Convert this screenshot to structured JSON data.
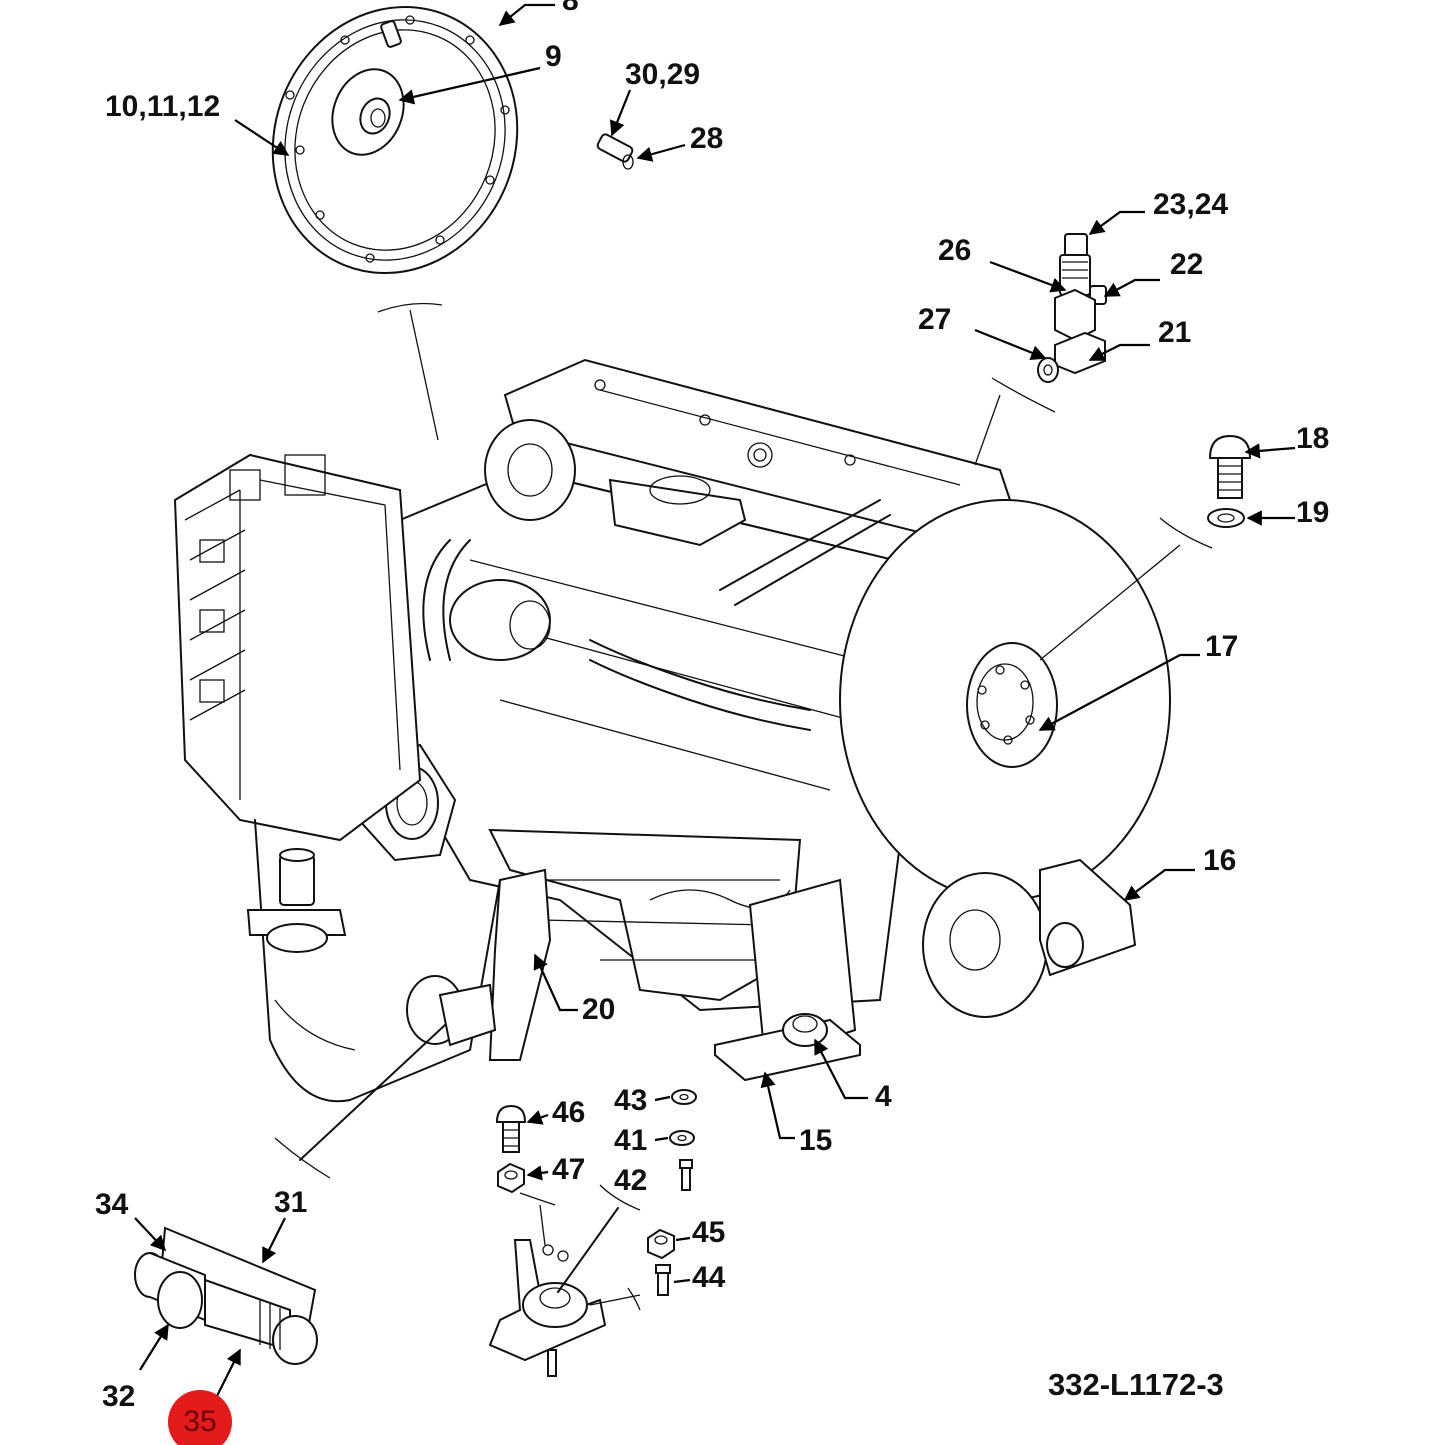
{
  "document_number": "332-L1172-3",
  "highlighted_callout": "35",
  "highlight_color": "#e41b1b",
  "callouts": {
    "c8": "8",
    "c9": "9",
    "c10_11_12": "10,11,12",
    "c30_29": "30,29",
    "c28": "28",
    "c23_24": "23,24",
    "c26": "26",
    "c22": "22",
    "c27": "27",
    "c21": "21",
    "c18": "18",
    "c19": "19",
    "c17": "17",
    "c16": "16",
    "c20": "20",
    "c4": "4",
    "c15": "15",
    "c46": "46",
    "c43": "43",
    "c41": "41",
    "c47": "47",
    "c42": "42",
    "c45": "45",
    "c44": "44",
    "c34": "34",
    "c31": "31",
    "c32": "32",
    "c35": "35"
  }
}
